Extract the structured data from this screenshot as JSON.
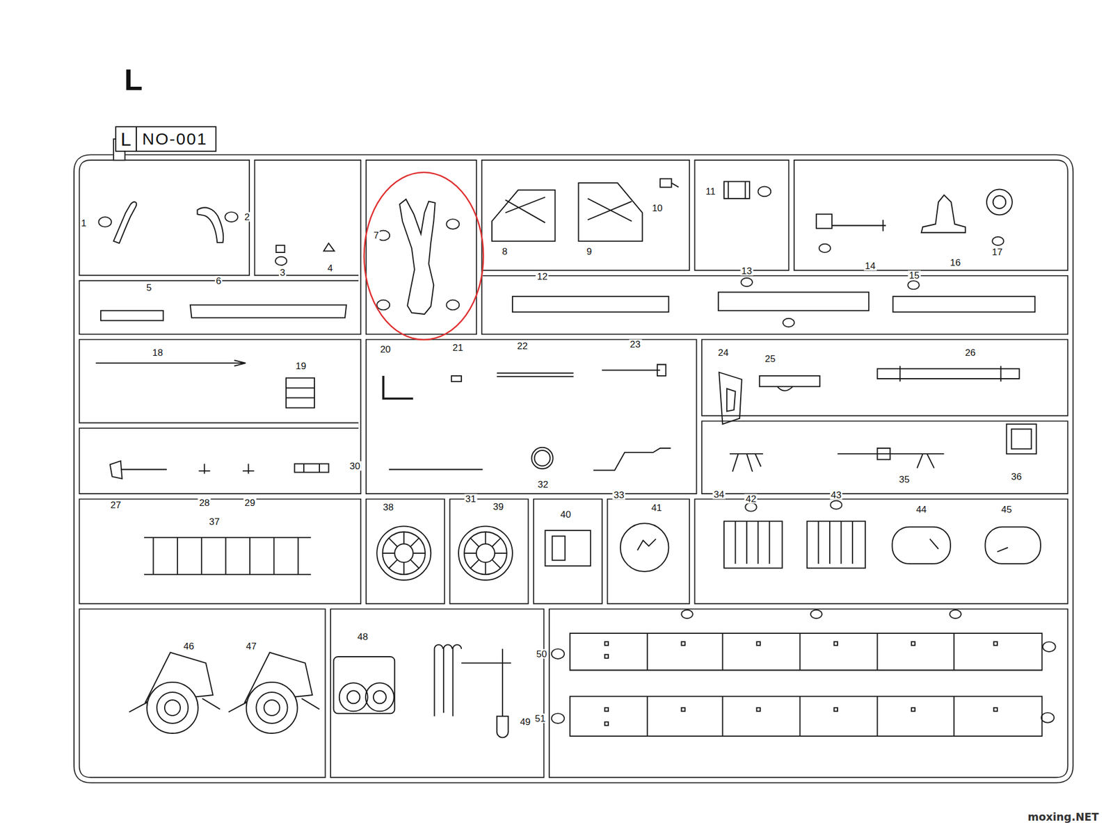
{
  "diagram": {
    "title": "L",
    "nodes": [
      {
        "text": [
          "L",
          "NO-001"
        ]
      }
    ],
    "labels": [
      "1",
      "2",
      "3",
      "4",
      "5",
      "6",
      "7",
      "8",
      "9",
      "10",
      "11",
      "12",
      "13",
      "14",
      "15",
      "16",
      "17",
      "18",
      "19",
      "20",
      "21",
      "22",
      "23",
      "24",
      "25",
      "26",
      "27",
      "28",
      "29",
      "30",
      "31",
      "32",
      "33",
      "34",
      "35",
      "36",
      "37",
      "38",
      "39",
      "40",
      "41",
      "42",
      "43",
      "44",
      "45",
      "46",
      "47",
      "48",
      "49",
      "50",
      "51",
      "moxing.NET"
    ]
  }
}
